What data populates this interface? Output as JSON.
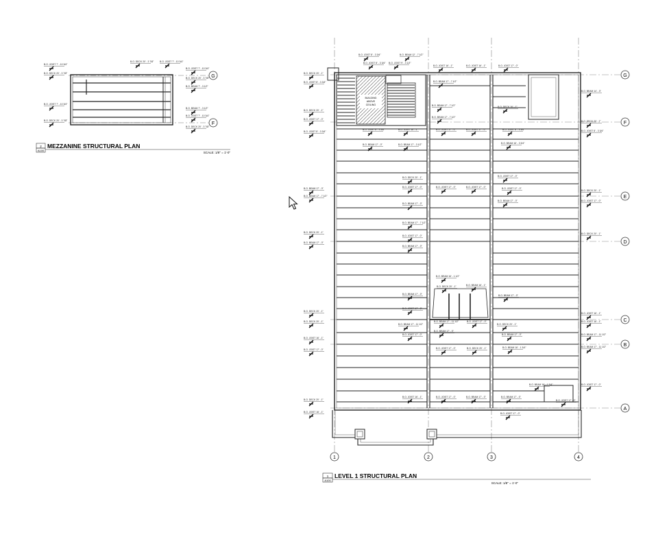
{
  "mezzanine": {
    "title": "MEZZANINE STRUCTURAL PLAN",
    "tag_number": "2",
    "tag_sheet": "A100",
    "scale": "SCALE: 1/8\" = 1'-0\"",
    "grid_labels": [
      "G",
      "F"
    ]
  },
  "level1": {
    "title": "LEVEL 1 STRUCTURAL PLAN",
    "tag_number": "1",
    "tag_sheet": "A100",
    "scale": "SCALE: 1/8\" = 1'-0\"",
    "grid_labels_right": [
      "G",
      "F",
      "E",
      "D",
      "C",
      "B",
      "A"
    ],
    "grid_labels_bottom": [
      "1",
      "2",
      "3",
      "4"
    ],
    "stair_note": [
      "BUILDING",
      "ABOVE",
      "CEILING"
    ]
  },
  "callouts": {
    "mezz": [
      "B.O. DECK 20' - 3 7/8\"",
      "B.O. JOIST 7' - 10 3/4\"",
      "B.O. JOIST 7' - 10 3/4\"",
      "B.O. DECK 20' - 3 7/8\"",
      "B.O. JOIST 7' - 10 3/4\"",
      "B.O. DECK 20' - 3 7/8\"",
      "B.O. BEAM 7' - 3 1/2\"",
      "B.O. JOIST 7' - 10 3/4\"",
      "B.O. DECK 20' - 3 7/8\"",
      "B.O. BEAM 7' - 3 1/2\"",
      "B.O. JOIST 7' - 10 3/4\"",
      "B.O. DECK 20' - 3 7/8\""
    ],
    "level1": [
      "B.O. JOIST 8' - 3 3/4\"",
      "B.O. BEAM 12' - 7 1/2\"",
      "B.O. JOIST 8' - 3 3/4\"",
      "B.O. JOIST 9' - 3 1/2\"",
      "B.O. JOIST 16' - 1\"",
      "B.O. JOIST 16' - 1\"",
      "B.O. JOIST 17' - 0\"",
      "B.O. DECK 20' - 1\"",
      "B.O. JOIST 8' - 3 3/4\"",
      "B.O. BEAM 17' - 7 1/2\"",
      "B.O. BEAM 14' - 3\"",
      "B.O. BEAM 17' - 7 1/2\"",
      "B.O. DECK 16' - 1\"",
      "B.O. BEAM 17' - 7 1/2\"",
      "B.O. DECK 20' - 7\"",
      "B.O. DECK 20' - 1\"",
      "B.O. JOIST 17' - 0\"",
      "B.O. JOIST 8' - 3 3/4\"",
      "B.O. JOIST 8' - 3 3/4\"",
      "B.O. JOIST 16' - 1\"",
      "B.O. JOIST 17' - 0\"",
      "B.O. JOIST 17' - 0\"",
      "B.O. JOIST 8' - 3 3/4\"",
      "B.O. JOIST 8' - 3 3/4\"",
      "B.O. BEAM 17' - 0\"",
      "B.O. BEAM 17' - 3 1/2\"",
      "B.O. BEAM 16' - 3 3/4\"",
      "B.O. DECK 20' - 1\"",
      "B.O. JOIST 17' - 0\"",
      "B.O. JOIST 17' - 0\"",
      "B.O. JOIST 17' - 0\"",
      "B.O. JOIST 17' - 0\"",
      "B.O. JOIST 17' - 0\"",
      "B.O. DECK 20' - 1\"",
      "B.O. BEAM 17' - 0\"",
      "B.O. BEAM 17' - 7 1/2\"",
      "B.O. BEAM 17' - 0\"",
      "B.O. BEAM 17' - 0\"",
      "B.O. JOIST 17' - 0\"",
      "B.O. DECK 20' - 1\"",
      "B.O. BEAM 17' - 7 1/2\"",
      "B.O. JOIST 17' - 0\"",
      "B.O. BEAM 17' - 0\"",
      "B.O. BEAM 17' - 0\"",
      "B.O. DECK 20' - 1\"",
      "B.O. BEAM 16' - 1 1/2\"",
      "B.O. BEAM 16' - 1\"",
      "B.O. BEAM 17' - 0\"",
      "B.O. BEAM 17' - 0\"",
      "B.O. JOIST 17' - 0\"",
      "B.O. DECK 20' - 1\"",
      "B.O. DECK 20' - 1\"",
      "B.O. DECK 20' - 1\"",
      "B.O. JOIST 16' - 1\"",
      "B.O. JOIST 16' - 1\"",
      "B.O. BEAM 17' - 11 1/2\"",
      "B.O. BEAM 17' - 11 1/2\"",
      "B.O. BEAM 17' - 11 1/2\"",
      "B.O. JOIST 17' - 0\"",
      "B.O. DECK 20' - 1\"",
      "B.O. JOIST 17' - 0\"",
      "B.O. BEAM 17' - 11 1/2\"",
      "B.O. JOIST 16' - 1\"",
      "B.O. JOIST 17' - 0\"",
      "B.O. BEAM 17' - 0\"",
      "B.O. BEAM 17' - 0\"",
      "B.O. JOIST 17' - 0\"",
      "B.O. DECK 20' - 1\"",
      "B.O. BEAM 16' - 1 3/4\"",
      "B.O. JOIST 17' - 0\"",
      "B.O. BEAM 16' - 1 3/4\"",
      "B.O. DECK 20' - 1\"",
      "B.O. JOIST 17' - 0\"",
      "B.O. JOIST 16' - 1\"",
      "B.O. JOIST 16' - 1\"",
      "B.O. JOIST 17' - 0\"",
      "B.O. BEAM 17' - 0\"",
      "B.O. BEAM 17' - 0\"",
      "B.O. JOIST 17' - 0\""
    ]
  }
}
